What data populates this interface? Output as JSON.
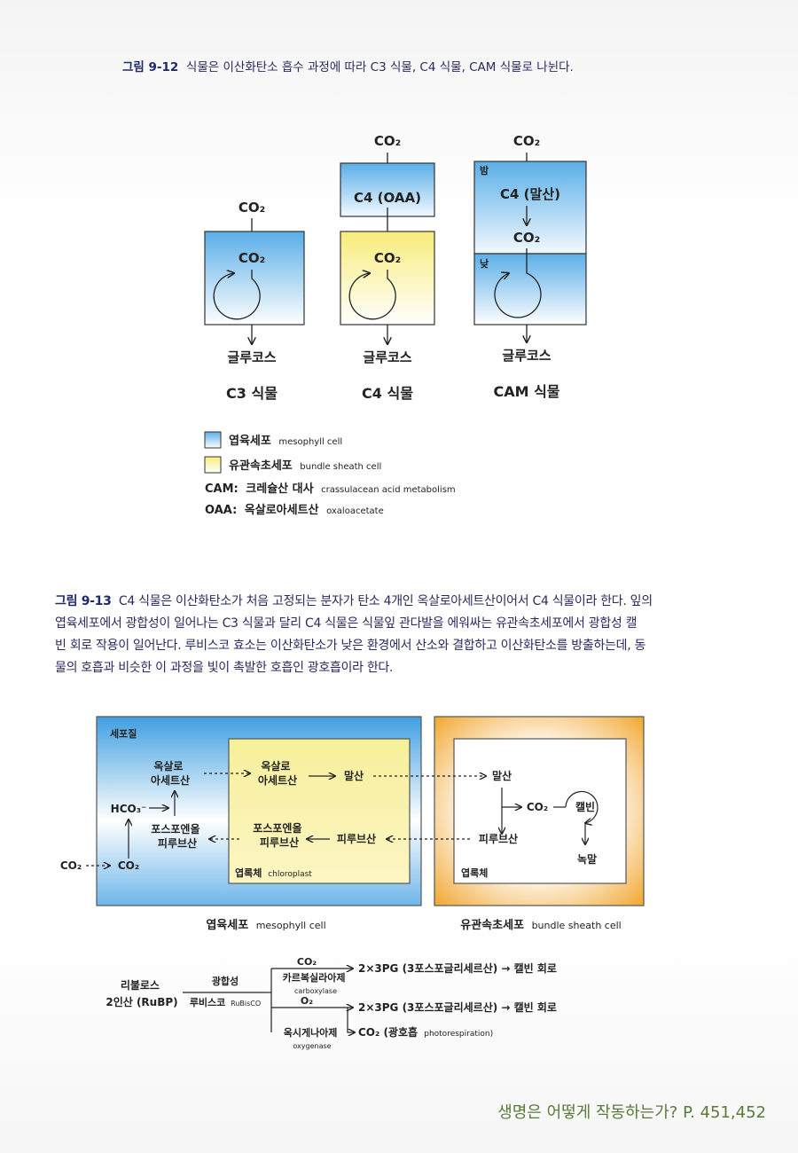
{
  "fig12": {
    "caption_num": "그림 9-12",
    "caption_text": "식물은 이산화탄소 흡수 과정에 따라 C3 식물, C4 식물, CAM 식물로 나뉜다.",
    "co2": "CO₂",
    "c4_oaa": "C4 (OAA)",
    "cam_malate": "C4 (말산)",
    "night": "밤",
    "day": "낮",
    "glucose": "글루코스",
    "c3_plant": "C3 식물",
    "c4_plant": "C4 식물",
    "cam_plant": "CAM 식물",
    "legend": {
      "mesophyll_ko": "엽육세포",
      "mesophyll_en": "mesophyll cell",
      "bundle_ko": "유관속초세포",
      "bundle_en": "bundle sheath cell",
      "cam_label": "CAM:",
      "cam_ko": "크레슐산 대사",
      "cam_en": "crassulacean acid metabolism",
      "oaa_label": "OAA:",
      "oaa_ko": "옥살로아세트산",
      "oaa_en": "oxaloacetate"
    }
  },
  "fig13": {
    "caption_num": "그림 9-13",
    "caption_line1": "C4 식물은 이산화탄소가 처음 고정되는 분자가 탄소 4개인 옥살로아세트산이어서 C4 식물이라 한다. 잎의",
    "caption_line2": "엽육세포에서 광합성이 일어나는 C3 식물과 달리 C4 식물은 식물잎 관다발을 에워싸는 유관속초세포에서 광합성 캘",
    "caption_line3": "빈 회로 작용이 일어난다. 루비스코 효소는 이산화탄소가 낮은 환경에서 산소와 결합하고 이산화탄소를 방출하는데, 동",
    "caption_line4": "물의 호흡과 비슷한 이 과정을 빛이 촉발한 호흡인 광호흡이라 한다.",
    "cytoplasm": "세포질",
    "oaa_1": "옥살로",
    "oaa_2": "아세트산",
    "hco3": "HCO₃⁻",
    "pep_1": "포스포엔올",
    "pep_2": "피루브산",
    "co2": "CO₂",
    "malate": "말산",
    "pyruvate": "피루브산",
    "chloroplast_ko": "엽록체",
    "chloroplast_en": "chloroplast",
    "calvin": "캘빈",
    "starch": "녹말",
    "mesophyll_ko": "엽육세포",
    "mesophyll_en": "mesophyll cell",
    "bundle_ko": "유관속초세포",
    "bundle_en": "bundle sheath cell",
    "rubp_1": "리불로스",
    "rubp_2": "2인산 (RuBP)",
    "photosynthesis": "광합성",
    "rubisco_ko": "루비스코",
    "rubisco_en": "RuBisCO",
    "o2": "O₂",
    "carboxylase_ko": "카르복실라아제",
    "carboxylase_en": "carboxylase",
    "oxygenase_ko": "옥시게나아제",
    "oxygenase_en": "oxygenase",
    "pg_text": "2×3PG (3포스포글리세르산) → 캘빈 회로",
    "photoresp_ko": "CO₂ (광호흡",
    "photoresp_en": "photorespiration)"
  },
  "source_note": "생명은 어떻게 작동하는가? P. 451,452"
}
